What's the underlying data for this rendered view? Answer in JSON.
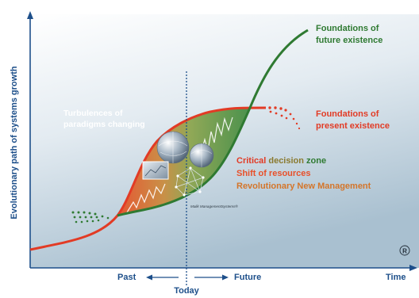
{
  "yaxis_label": "Evolutionary path of systems growth",
  "xaxis_label": "Time",
  "registered_mark": "®",
  "timeline": {
    "past": "Past",
    "future": "Future",
    "today": "Today"
  },
  "labels": {
    "future_line1": "Foundations of",
    "future_line2": "future existence",
    "present_line1": "Foundations of",
    "present_line2": "present existence",
    "turbulence_line1": "Turbulences of",
    "turbulence_line2": "paradigms changing",
    "critical_a": "Critical",
    "critical_b": " decision",
    "critical_c": " zone",
    "shift": "Shift of resources",
    "revolutionary": "Revolutionary New Management",
    "malik": "Malik ManagementSystems®"
  },
  "colors": {
    "green": "#2f7a32",
    "red": "#e23b25",
    "blue": "#1d4f8a",
    "background_top": "#ffffff",
    "background_bottom": "#b4c8d6"
  }
}
